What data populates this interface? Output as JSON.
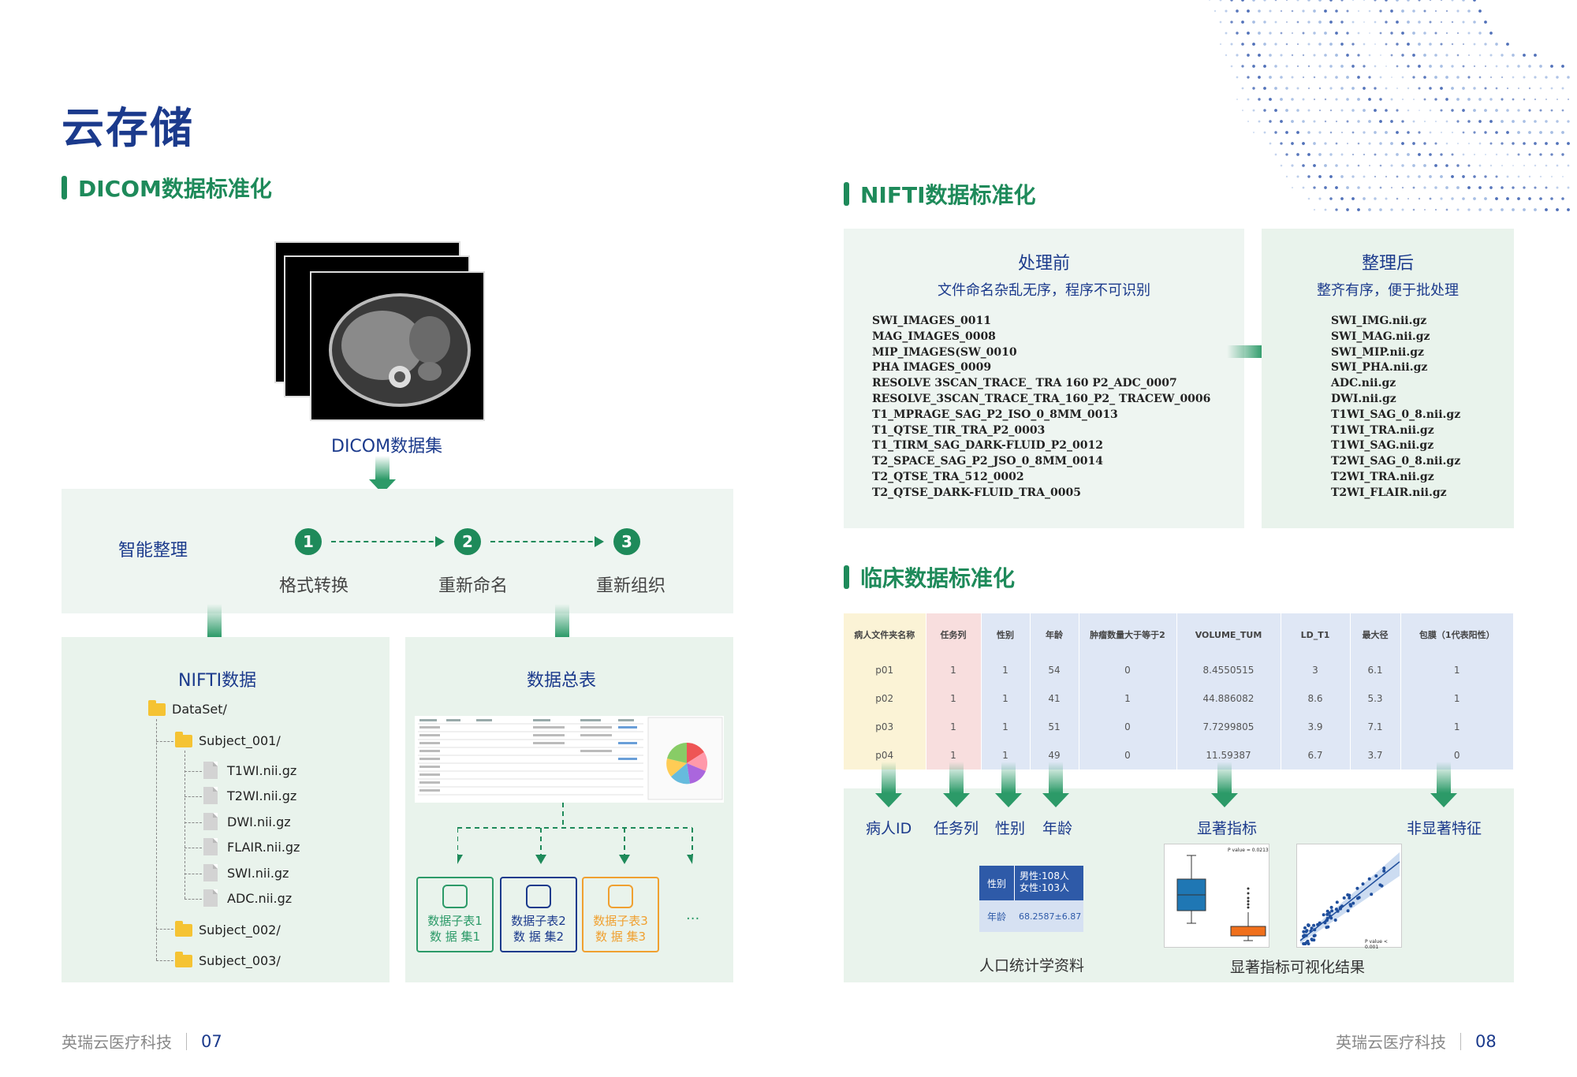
{
  "page_title": "云存储",
  "dicom": {
    "section_title": "DICOM数据标准化",
    "dataset_label": "DICOM数据集",
    "organize_label": "智能整理",
    "steps": [
      {
        "num": "1",
        "label": "格式转换"
      },
      {
        "num": "2",
        "label": "重新命名"
      },
      {
        "num": "3",
        "label": "重新组织"
      }
    ],
    "nifti_panel_title": "NIFTI数据",
    "summary_panel_title": "数据总表",
    "tree": {
      "root": "DataSet/",
      "subject1": "Subject_001/",
      "files": [
        "T1WI.nii.gz",
        "T2WI.nii.gz",
        "DWI.nii.gz",
        "FLAIR.nii.gz",
        "SWI.nii.gz",
        "ADC.nii.gz"
      ],
      "subject2": "Subject_002/",
      "subject3": "Subject_003/"
    },
    "subtables": [
      {
        "line1": "数据子表1",
        "line2": "数 据 集1",
        "color": "#2c9a68"
      },
      {
        "line1": "数据子表2",
        "line2": "数 据 集2",
        "color": "#1b3a8c"
      },
      {
        "line1": "数据子表3",
        "line2": "数 据 集3",
        "color": "#f0a030"
      }
    ],
    "ellipsis": "..."
  },
  "nifti": {
    "section_title": "NIFTI数据标准化",
    "before_title": "处理前",
    "before_subtitle": "文件命名杂乱无序，程序不可识别",
    "before_files": [
      "SWI_IMAGES_0011",
      "MAG_IMAGES_0008",
      "MIP_IMAGES(SW_0010",
      "PHA IMAGES_0009",
      "RESOLVE 3SCAN_TRACE_ TRA 160 P2_ADC_0007",
      "RESOLVE_3SCAN_TRACE_TRA_160_P2_ TRACEW_0006",
      "T1_MPRAGE_SAG_P2_ISO_0_8MM_0013",
      "T1_QTSE_TIR_TRA_P2_0003",
      "T1_TIRM_SAG_DARK-FLUID_P2_0012",
      "T2_SPACE_SAG_P2_JSO_0_8MM_0014",
      "T2_QTSE_TRA_512_0002",
      "T2_QTSE_DARK-FLUID_TRA_0005"
    ],
    "after_title": "整理后",
    "after_subtitle": "整齐有序，便于批处理",
    "after_files": [
      "SWI_IMG.nii.gz",
      "SWI_MAG.nii.gz",
      "SWI_MIP.nii.gz",
      "SWI_PHA.nii.gz",
      "ADC.nii.gz",
      "DWI.nii.gz",
      "T1WI_SAG_0_8.nii.gz",
      "T1WI_TRA.nii.gz",
      "T1WI_SAG.nii.gz",
      "T2WI_SAG_0_8.nii.gz",
      "T2WI_TRA.nii.gz",
      "T2WI_FLAIR.nii.gz"
    ]
  },
  "clinical": {
    "section_title": "临床数据标准化",
    "headers": [
      "病人文件夹名称",
      "任务列",
      "性别",
      "年龄",
      "肿瘤数量大于等于2",
      "VOLUME_TUM",
      "LD_T1",
      "最大径",
      "包膜（1代表阳性）"
    ],
    "rows": [
      [
        "p01",
        "1",
        "1",
        "54",
        "0",
        "8.4550515",
        "3",
        "6.1",
        "1"
      ],
      [
        "p02",
        "1",
        "1",
        "41",
        "1",
        "44.886082",
        "8.6",
        "5.3",
        "1"
      ],
      [
        "p03",
        "1",
        "1",
        "51",
        "0",
        "7.7299805",
        "3.9",
        "7.1",
        "1"
      ],
      [
        "p04",
        "1",
        "1",
        "49",
        "0",
        "11.59387",
        "6.7",
        "3.7",
        "0"
      ]
    ],
    "labels": [
      "病人ID",
      "任务列",
      "性别",
      "年龄",
      "显著指标",
      "非显著特征"
    ],
    "demo": {
      "gender_label": "性别",
      "gender_value_1": "男性:108人",
      "gender_value_2": "女性:103人",
      "age_label": "年龄",
      "age_value": "68.2587±6.87"
    },
    "demo_caption": "人口统计学资料",
    "viz_caption": "显著指标可视化结果",
    "pvalue_1": "P value = 0.0213",
    "pvalue_2": "P value < 0.001"
  },
  "footer": {
    "left_company": "英瑞云医疗科技",
    "left_page": "07",
    "right_company": "英瑞云医疗科技",
    "right_page": "08"
  },
  "colors": {
    "accent_green": "#1e8a5a",
    "title_blue": "#1b3a8c",
    "panel_green": "#e9f3ec"
  }
}
